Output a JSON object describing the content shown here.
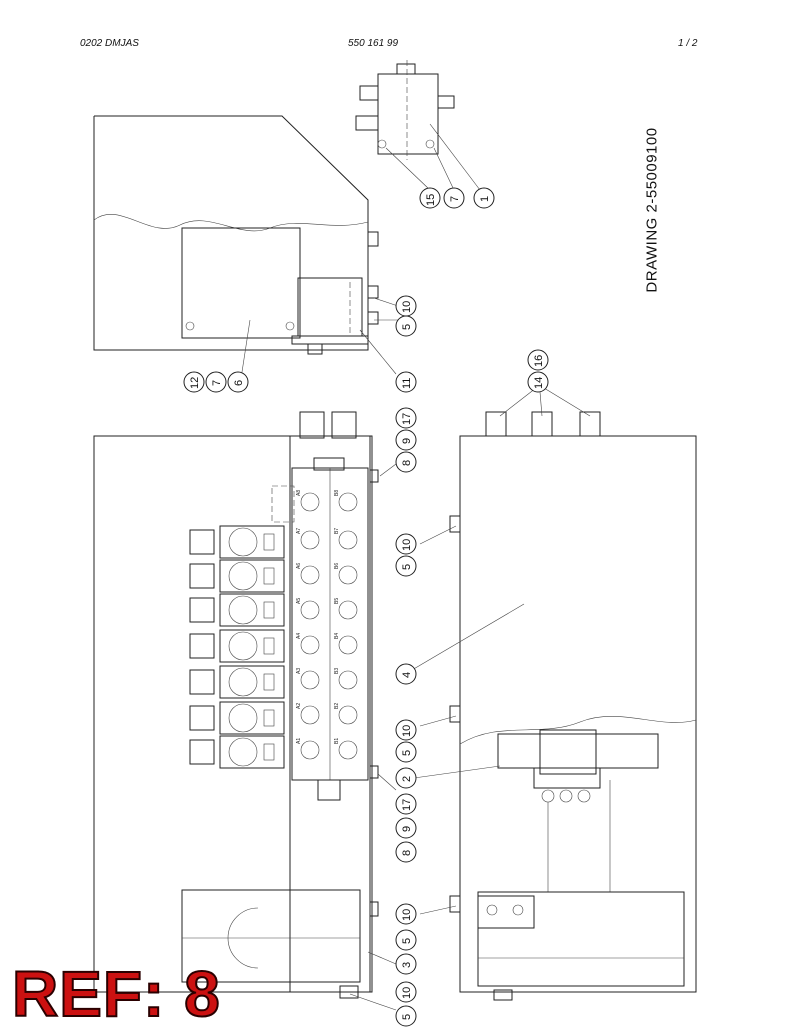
{
  "header": {
    "left": "0202 DMJAS",
    "center": "550 161 99",
    "page": "1 /  2"
  },
  "drawing_title": "DRAWING  2-55009100",
  "ref_label": "REF: 8",
  "callouts": {
    "c15": "15",
    "c7a": "7",
    "c1": "1",
    "c5a": "5",
    "c10a": "10",
    "c11": "11",
    "c12": "12",
    "c7b": "7",
    "c6": "6",
    "c14": "14",
    "c16": "16",
    "c17a": "17",
    "c9a": "9",
    "c8a": "8",
    "c5b": "5",
    "c10b": "10",
    "c4": "4",
    "c10c": "10",
    "c5c": "5",
    "c2": "2",
    "c17b": "17",
    "c9b": "9",
    "c8b": "8",
    "c10d": "10",
    "c5d": "5",
    "c3": "3",
    "c5e": "5",
    "c10e": "10"
  },
  "port_labels": {
    "a": [
      "A1",
      "A2",
      "A3",
      "A4",
      "A5",
      "A6",
      "A7",
      "A8"
    ],
    "b": [
      "B1",
      "B2",
      "B3",
      "B4",
      "B5",
      "B6",
      "B7",
      "B8"
    ]
  }
}
